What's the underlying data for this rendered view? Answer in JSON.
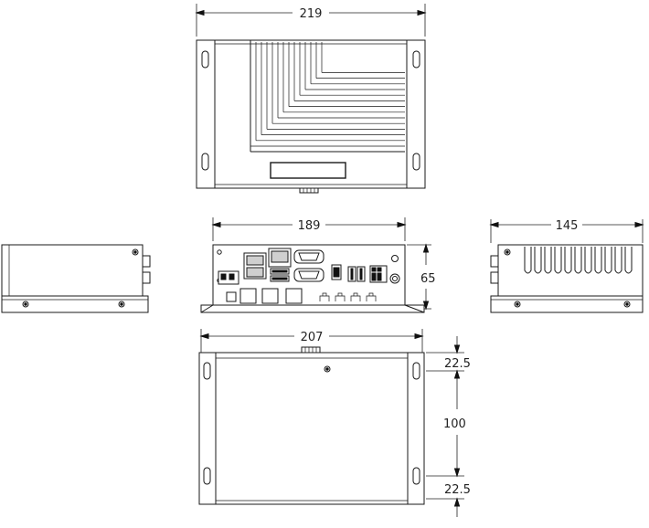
{
  "dimensions": {
    "top_width": "219",
    "front_width": "189",
    "front_height": "65",
    "side_width": "145",
    "bottom_width": "207",
    "hole_offset_top": "22.5",
    "hole_spacing": "100",
    "hole_offset_bottom": "22.5"
  },
  "colors": {
    "line": "#1a1a1a",
    "background": "#ffffff",
    "port_fill": "#cfcfcf"
  }
}
